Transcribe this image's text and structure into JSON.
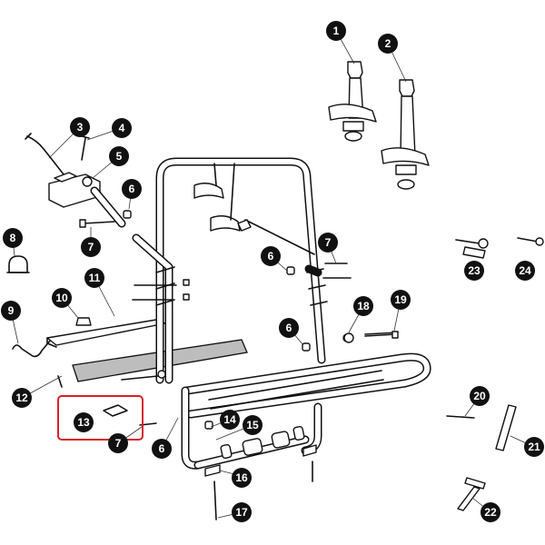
{
  "labels": [
    "1",
    "2",
    "3",
    "4",
    "5",
    "6",
    "6",
    "6",
    "6",
    "7",
    "7",
    "7",
    "8",
    "9",
    "10",
    "11",
    "12",
    "13",
    "14",
    "15",
    "16",
    "17",
    "18",
    "19",
    "20",
    "21",
    "22",
    "23",
    "24"
  ],
  "colors": {
    "badge": "#111111",
    "highlight": "#d6202a",
    "line": "#111111"
  },
  "highlighted_part": "13"
}
